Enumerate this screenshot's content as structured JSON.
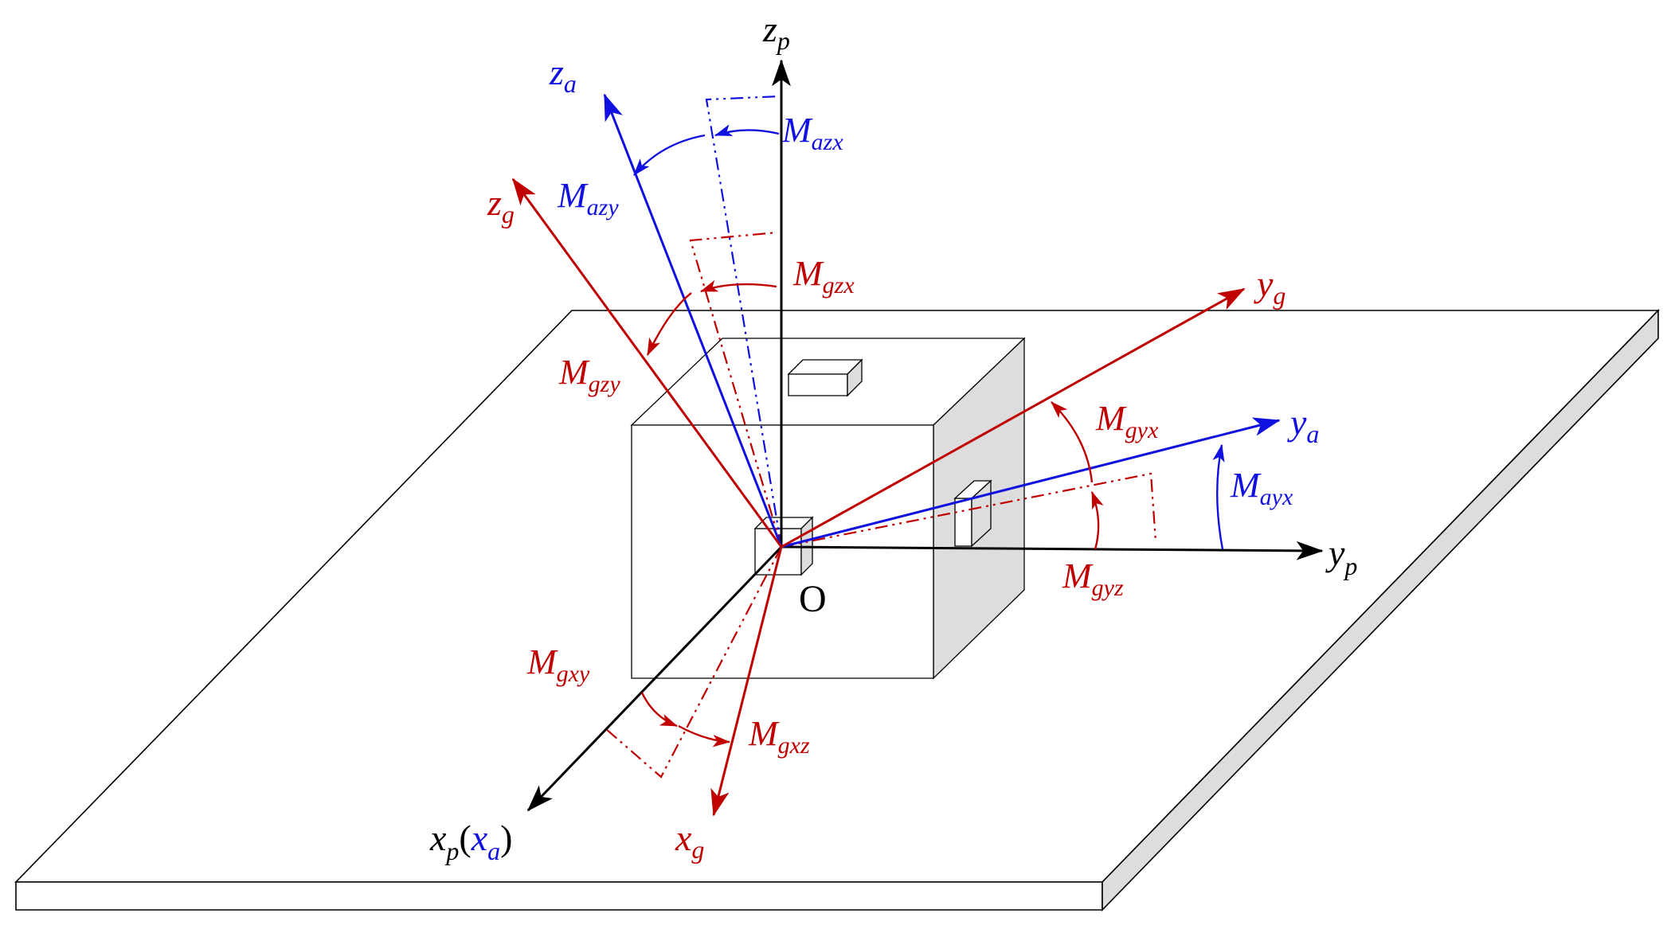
{
  "colors": {
    "platform": "#000000",
    "accel": "#1010e0",
    "gyro": "#c00000",
    "shade": "#dddddd"
  },
  "origin": {
    "label": "O"
  },
  "axes": {
    "zp": {
      "main": "z",
      "sub": "p"
    },
    "yp": {
      "main": "y",
      "sub": "p"
    },
    "xp": {
      "main": "x",
      "sub": "p",
      "paren_main": "x",
      "paren_sub": "a"
    },
    "za": {
      "main": "z",
      "sub": "a"
    },
    "ya": {
      "main": "y",
      "sub": "a"
    },
    "zg": {
      "main": "z",
      "sub": "g"
    },
    "yg": {
      "main": "y",
      "sub": "g"
    },
    "xg": {
      "main": "x",
      "sub": "g"
    }
  },
  "misalignments": {
    "azx": {
      "main": "M",
      "sub": "azx"
    },
    "azy": {
      "main": "M",
      "sub": "azy"
    },
    "ayx": {
      "main": "M",
      "sub": "ayx"
    },
    "gzx": {
      "main": "M",
      "sub": "gzx"
    },
    "gzy": {
      "main": "M",
      "sub": "gzy"
    },
    "gyx": {
      "main": "M",
      "sub": "gyx"
    },
    "gyz": {
      "main": "M",
      "sub": "gyz"
    },
    "gxy": {
      "main": "M",
      "sub": "gxy"
    },
    "gxz": {
      "main": "M",
      "sub": "gxz"
    }
  }
}
